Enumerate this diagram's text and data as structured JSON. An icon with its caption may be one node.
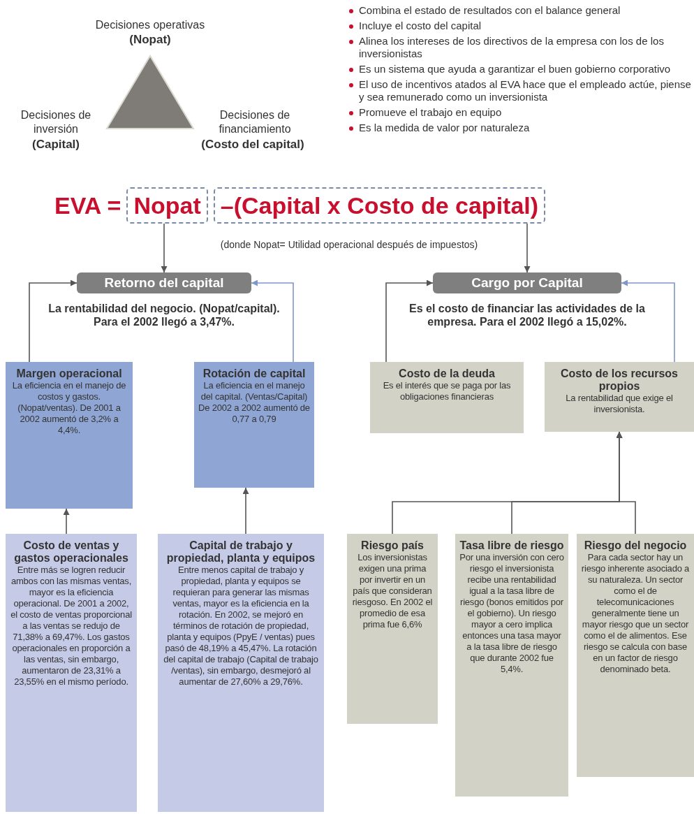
{
  "diagram": {
    "nodes": [
      {
        "text": [
          "Nopat"
        ]
      },
      {
        "text": [
          "–(Capital x Costo de capital)"
        ]
      },
      {
        "text": [
          "Retorno del capital"
        ],
        "beside": [
          "La rentabilidad del negocio. (Nopat/capital). Para el 2002 llegó a 3,47%."
        ]
      },
      {
        "text": [
          "Cargo por Capital"
        ],
        "beside": [
          "Es el costo de financiar las actividades de la empresa. Para el 2002 llegó a 15,02%."
        ]
      },
      {
        "text": [
          "Margen operacional",
          "La eficiencia en el manejo de costos y gastos. (Nopat/ventas). De 2001 a 2002 aumentó de 3,2% a 4,4%."
        ]
      },
      {
        "text": [
          "Rotación de capital",
          "La eficiencia en el manejo del capital. (Ventas/Capital) De 2002 a 2002 aumentó de 0,77 a 0,79"
        ]
      },
      {
        "text": [
          "Costo de la deuda",
          "Es el interés que se paga por las obligaciones financieras"
        ]
      },
      {
        "text": [
          "Costo de los recursos propios",
          "La rentabilidad que exige el inversionista."
        ]
      },
      {
        "text": [
          "Costo de ventas y gastos operacionales",
          "Entre más se logren reducir ambos con las mismas ventas, mayor es la eficiencia operacional. De 2001 a 2002, el costo de ventas proporcional a las ventas se redujo de 71,38% a 69,47%. Los gastos operacionales en proporción a las ventas, sin embargo, aumentaron de 23,31% a 23,55% en el mismo período."
        ]
      },
      {
        "text": [
          "Capital de trabajo y propiedad, planta y equipos",
          "Entre menos capital de trabajo y propiedad, planta y equipos se requieran para generar las mismas ventas, mayor es la eficiencia en la rotación. En 2002, se mejoró en términos de rotación de propiedad, planta y equipos (PpyE / ventas) pues pasó de 48,19% a 45,47%. La rotación del capital de trabajo (Capital de trabajo /ventas), sin embargo, desmejoró al aumentar de 27,60% a 29,76%."
        ]
      },
      {
        "text": [
          "Riesgo país",
          "Los inversionistas exigen una prima por invertir en un país que consideran riesgoso. En 2002 el promedio de esa prima fue 6,6%"
        ]
      },
      {
        "text": [
          "Tasa libre de riesgo",
          "Por una inversión con cero riesgo el inversionista recibe una rentabilidad igual a la tasa libre de riesgo (bonos emitidos por el gobierno). Un riesgo mayor a cero implica entonces una tasa mayor a la tasa libre de riesgo que durante 2002 fue 5,4%."
        ]
      },
      {
        "text": [
          "Riesgo del negocio",
          "Para cada sector hay un riesgo inherente asociado a su naturaleza. Un sector como el de telecomunicaciones generalmente tiene un mayor riesgo que un sector como el de alimentos. Ese riesgo se calcula con base en un factor de riesgo denominado beta."
        ]
      }
    ],
    "edges": [
      {
        "from": 0,
        "to": 2,
        "arrow": "to"
      },
      {
        "from": 1,
        "to": 3,
        "arrow": "to"
      },
      {
        "from": 4,
        "to": 2,
        "arrow": "to"
      },
      {
        "from": 5,
        "to": 2,
        "arrow": "to",
        "color": "#8095c8"
      },
      {
        "from": 6,
        "to": 3,
        "arrow": "to"
      },
      {
        "from": 7,
        "to": 3,
        "arrow": "to",
        "color": "#8095c8"
      },
      {
        "from": 8,
        "to": 4,
        "arrow": "to"
      },
      {
        "from": 9,
        "to": 5,
        "arrow": "to"
      },
      {
        "from": 10,
        "to": 7,
        "arrow": "to"
      },
      {
        "from": 11,
        "to": 7,
        "arrow": "to"
      },
      {
        "from": 12,
        "to": 7,
        "arrow": "to"
      }
    ],
    "labels": [
      "Decisiones operativas",
      "(Nopat)",
      "Decisiones de inversión",
      "(Capital)",
      "Decisiones de financiamiento",
      "(Costo del capital)",
      "Combina el estado de resultados con el balance general",
      "Incluye el costo del capital",
      "Alinea los intereses de los directivos de la empresa con los de los inversionistas",
      "Es un sistema que ayuda a garantizar el buen gobierno corporativo",
      "El uso de incentivos atados al EVA hace que el empleado actúe, piense y sea remunerado como un inversionista",
      "Promueve el trabajo en equipo",
      "Es la medida de valor por naturaleza",
      "EVA =",
      "(donde Nopat= Utilidad operacional después de impuestos)"
    ]
  }
}
